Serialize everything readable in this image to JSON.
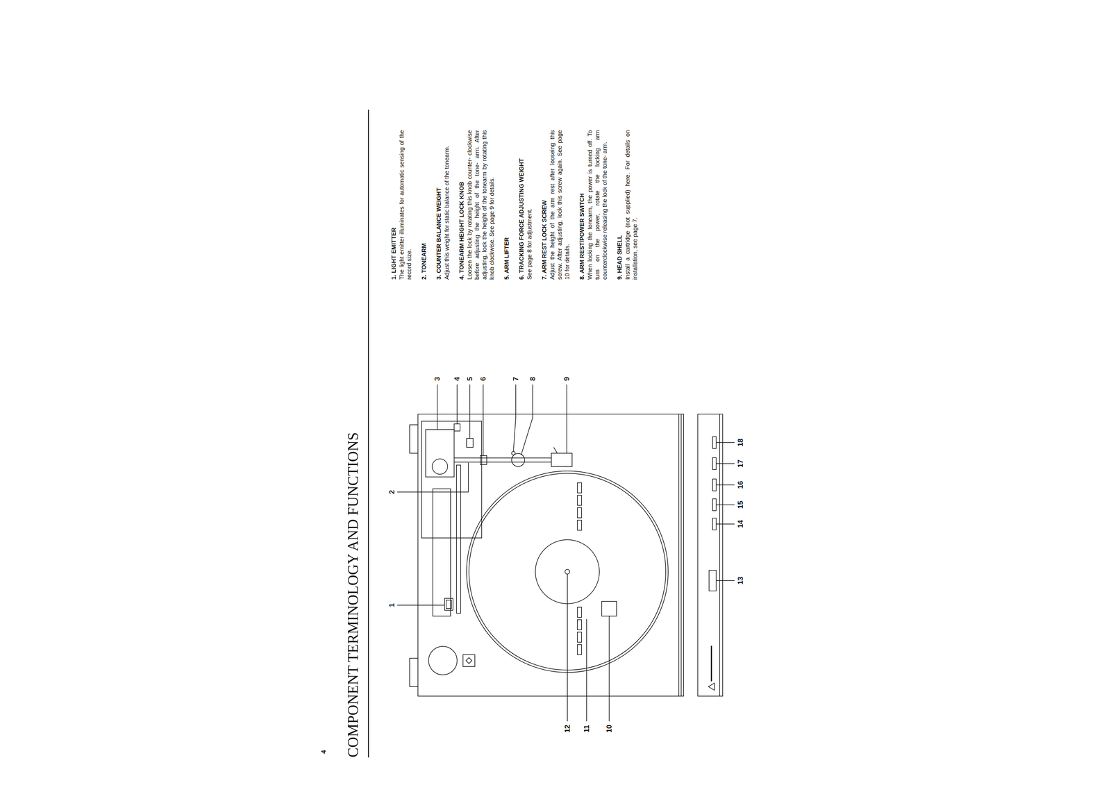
{
  "diagram": {
    "title": "COMPONENT TERMINOLOGY AND FUNCTIONS",
    "labels": [
      "4",
      "1",
      "2",
      "3",
      "4",
      "5",
      "6",
      "7",
      "8",
      "9",
      "10",
      "11",
      "12",
      "13",
      "14",
      "15",
      "16",
      "17",
      "18",
      "1. LIGHT EMITTER",
      "The light emitter illuminates for automatic sensing of the record size.",
      "2. TONEARM",
      "3. COUNTER BALANCE WEIGHT",
      "Adjust this weight for static balance of the tonearm.",
      "4. TONEARM HEIGHT LOCK KNOB",
      "Loosen the lock by rotating this knob counter- clockwise before adjusting the height of the tone- arm. After adjusting, lock the height of the tonearm by rotating this knob clockwise. See page 9 for details.",
      "5. ARM LIFTER",
      "6. TRACKING FORCE ADJUSTING WEIGHT",
      "See page 8 for adjustment.",
      "7. ARM REST LOCK SCREW",
      "Adjust the height of the arm rest after looseing this screw. After adjusting, lock this screw again. See page 10 for details.",
      "8. ARM REST/POWER SWITCH",
      "When locking the tonearm, the power is turned off. To turn on the power, rotate the locking arm counterclockwise releasing the lock of the tone- arm.",
      "9. HEAD SHELL",
      "Install a cartridge (not supplied) here. For details on installation, see page 7."
    ]
  }
}
